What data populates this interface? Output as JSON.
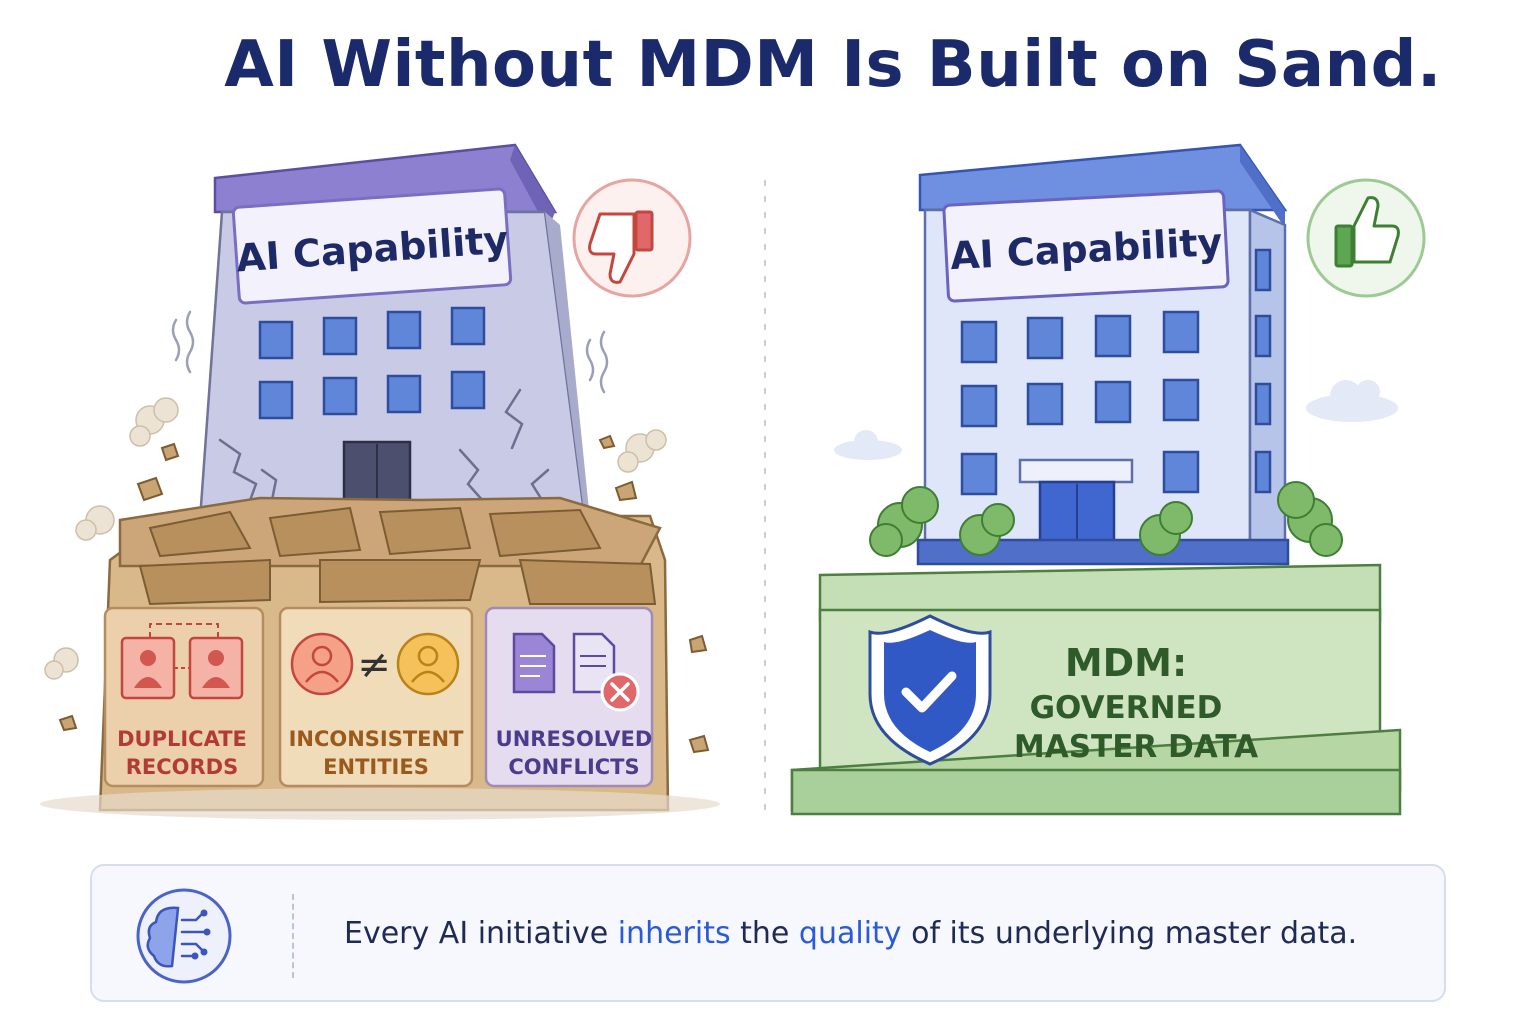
{
  "title": "AI Without MDM Is Built on Sand.",
  "left": {
    "building_label": "AI Capability",
    "issues": [
      {
        "line1": "DUPLICATE",
        "line2": "RECORDS"
      },
      {
        "line1": "INCONSISTENT",
        "line2": "ENTITIES"
      },
      {
        "line1": "UNRESOLVED",
        "line2": "CONFLICTS"
      }
    ],
    "neq_symbol": "≠",
    "badge_icon": "thumbs-down-icon"
  },
  "right": {
    "building_label": "AI Capability",
    "foundation_line1": "MDM:",
    "foundation_line2": "GOVERNED",
    "foundation_line3": "MASTER DATA",
    "badge_icon": "thumbs-up-icon",
    "shield_icon": "shield-check-icon"
  },
  "caption": {
    "before": "Every AI initiative ",
    "hl1": "inherits",
    "mid": " the ",
    "hl2": "quality",
    "after": " of its underlying master data.",
    "icon": "ai-brain-circuit-icon"
  },
  "colors": {
    "title": "#1b2a6b",
    "sand": "#d9b98a",
    "mdm_green": "#a9cf9a",
    "building_left": "#c9cbe6",
    "building_right": "#dfe6fa",
    "accent_blue": "#2a5ad6",
    "danger_red": "#e0686b"
  }
}
